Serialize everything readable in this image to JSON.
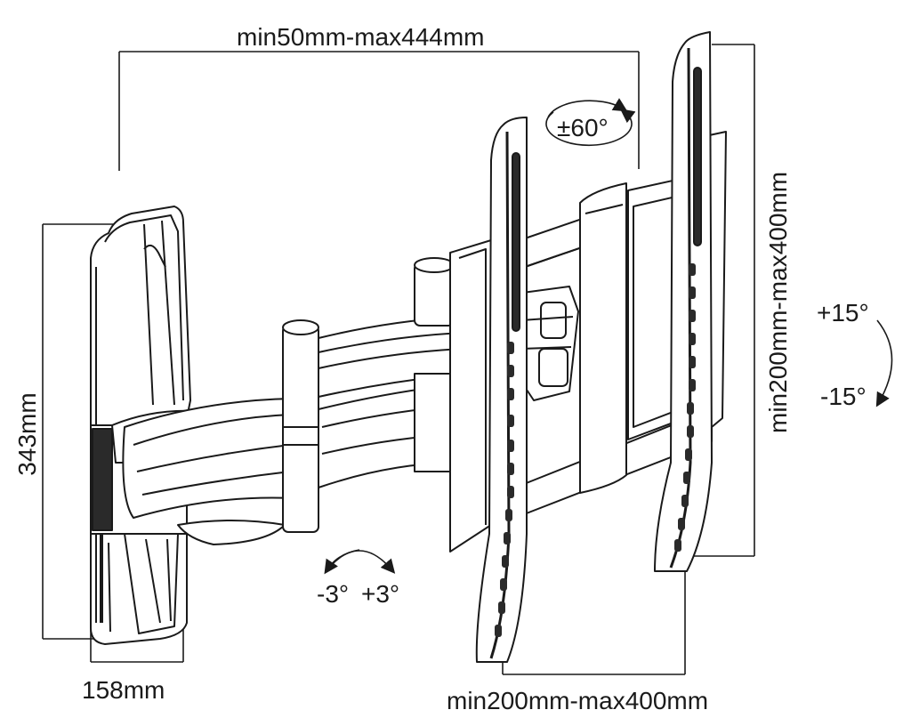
{
  "dimensions": {
    "depth_range": "min50mm-max444mm",
    "wall_plate_height": "343mm",
    "wall_plate_width": "158mm",
    "vesa_vertical": "min200mm-max400mm",
    "vesa_horizontal": "min200mm-max400mm"
  },
  "adjustments": {
    "swivel": "±60°",
    "tilt_up": "+15°",
    "tilt_down": "-15°",
    "rotate_left": "-3°",
    "rotate_right": "+3°"
  },
  "colors": {
    "line": "#1a1a1a",
    "fill_dark": "#2a2a2a",
    "fill_mid": "#8a8a8a",
    "fill_light": "#d8d8d8"
  }
}
